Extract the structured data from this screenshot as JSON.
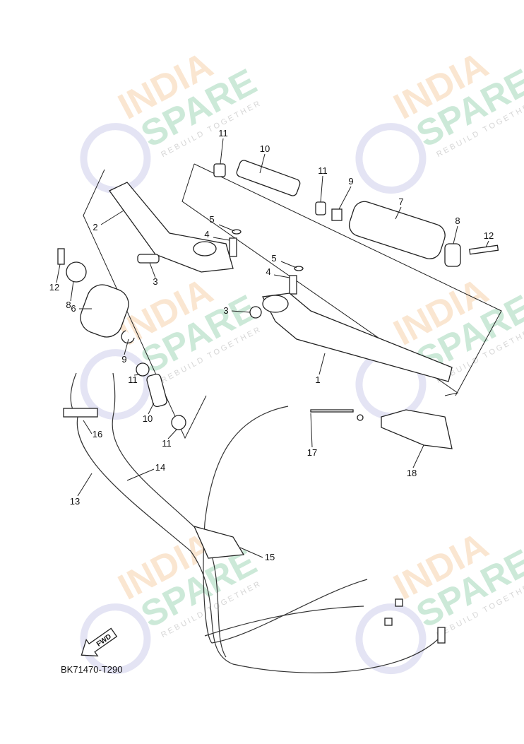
{
  "watermark": {
    "line1": "INDIA",
    "line2": "SPARE",
    "tagline": "REBUILD TOGETHER"
  },
  "diagram_code": "BK71470-T290",
  "fwd_label": "FWD",
  "callouts": {
    "a11": "11",
    "a10": "10",
    "b11": "11",
    "a9": "9",
    "a7": "7",
    "a8": "8",
    "a12": "12",
    "a5": "5",
    "a4": "4",
    "a2": "2",
    "a3": "3",
    "b12": "12",
    "b8": "8",
    "a6": "6",
    "b5": "5",
    "b4": "4",
    "b3": "3",
    "a1": "1",
    "b9": "9",
    "c11": "11",
    "b10": "10",
    "d11": "11",
    "a16": "16",
    "a14": "14",
    "a13": "13",
    "a17": "17",
    "a18": "18",
    "a15": "15"
  }
}
